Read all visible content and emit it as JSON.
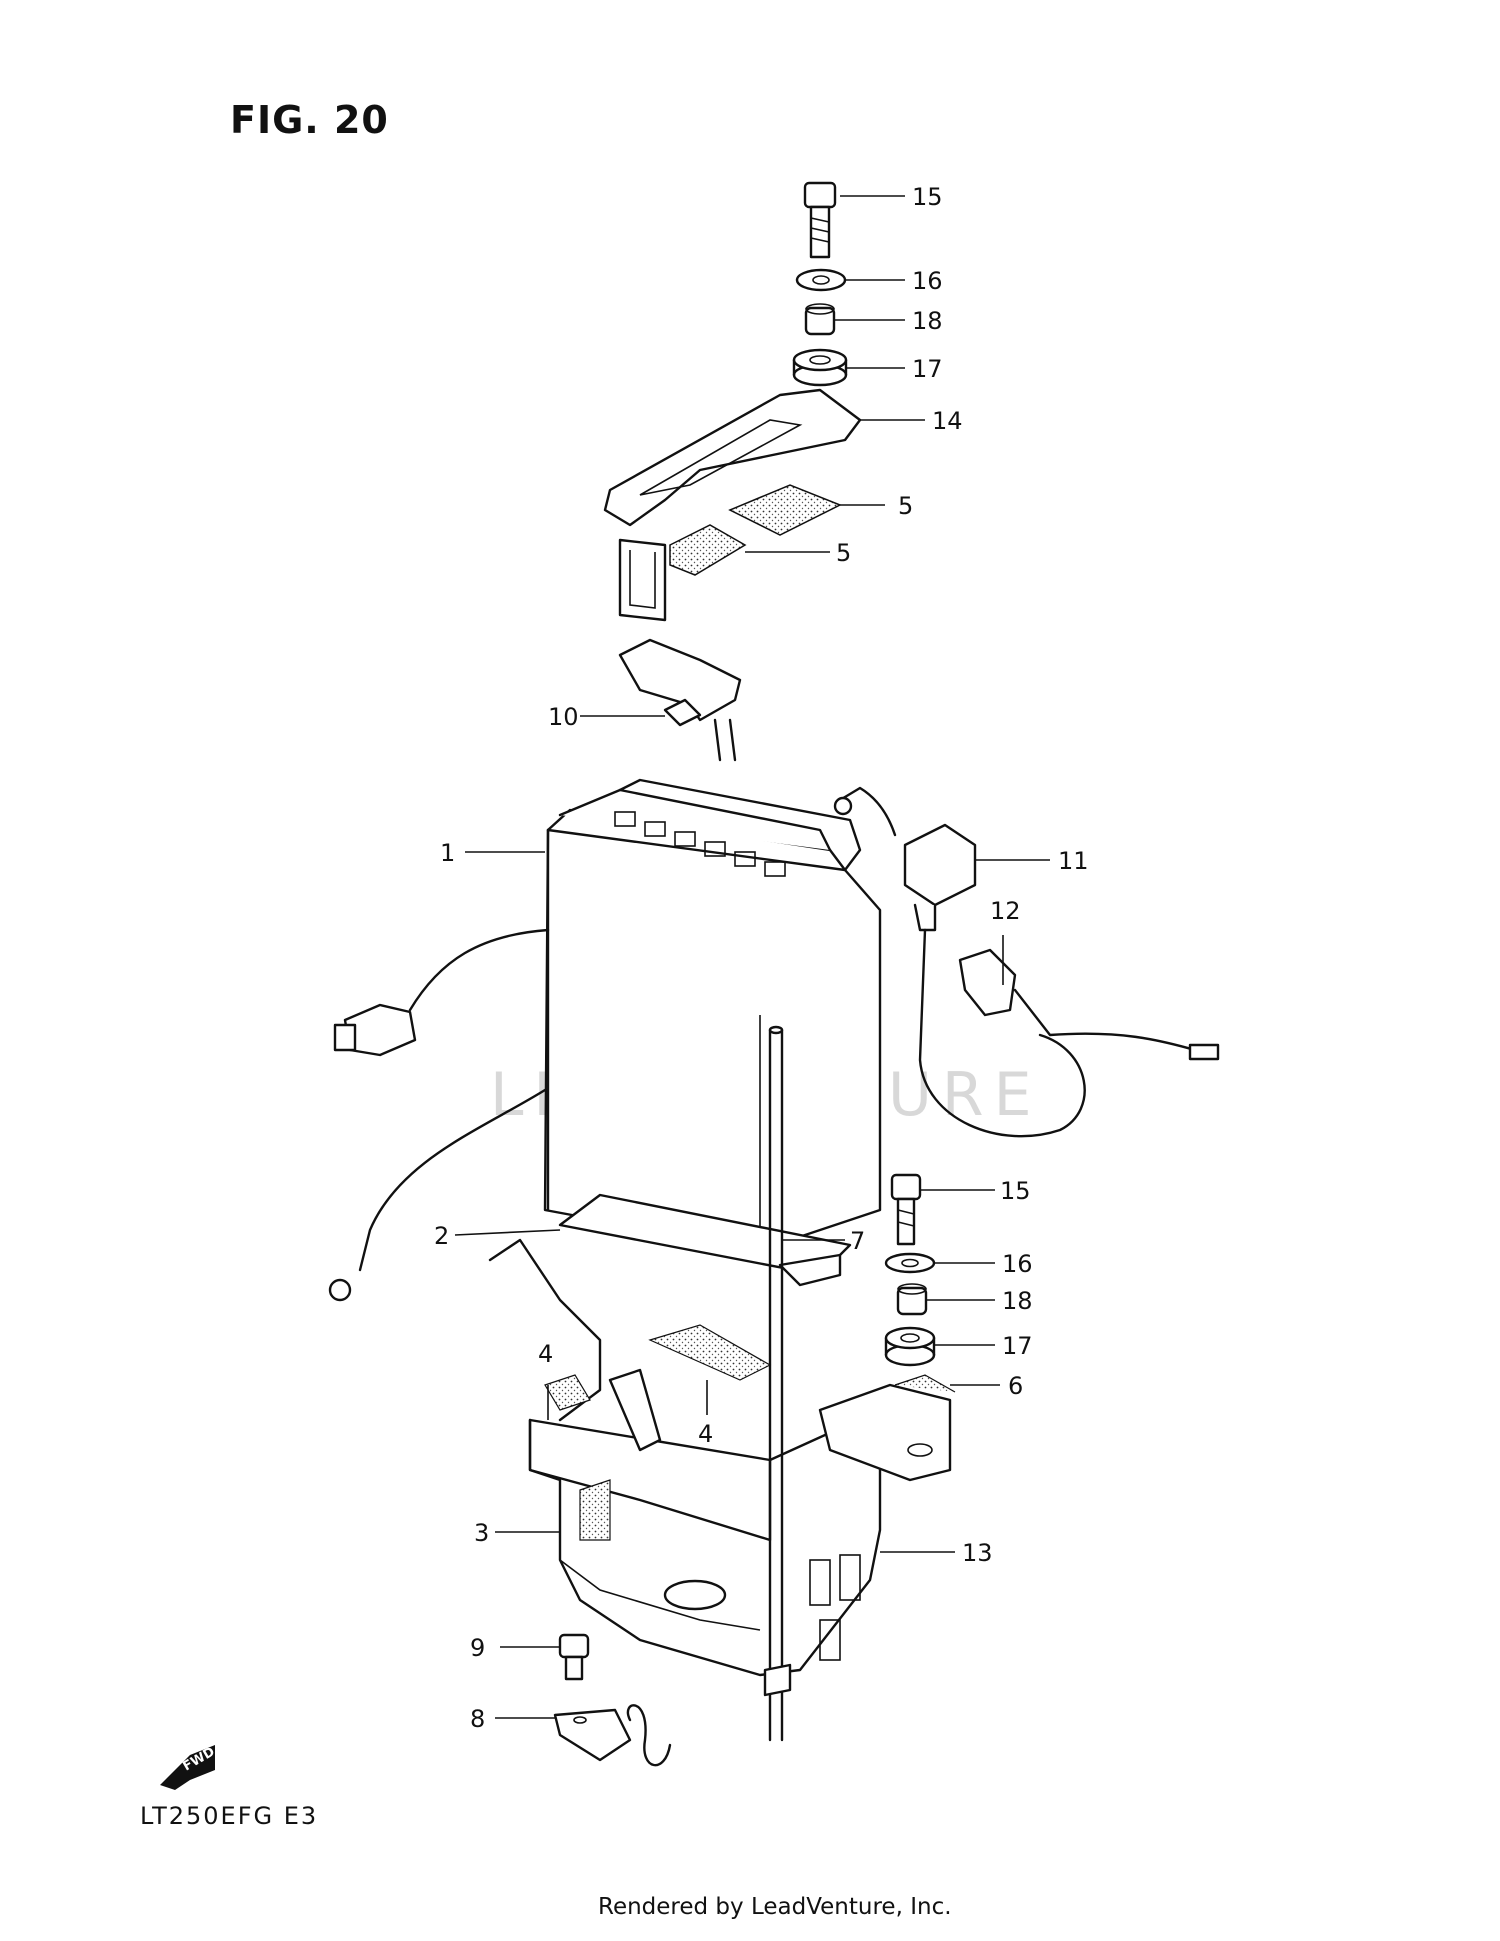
{
  "figure_title": "FIG. 20",
  "model_code": "LT250EFG  E3",
  "footer": "Rendered by LeadVenture, Inc.",
  "watermark": "LEADVENTURE",
  "fwd_label": "FWD",
  "callouts": [
    "15",
    "16",
    "18",
    "17",
    "14",
    "5",
    "5",
    "10",
    "1",
    "11",
    "12",
    "15",
    "2",
    "7",
    "16",
    "18",
    "17",
    "4",
    "6",
    "4",
    "3",
    "13",
    "9",
    "8"
  ]
}
